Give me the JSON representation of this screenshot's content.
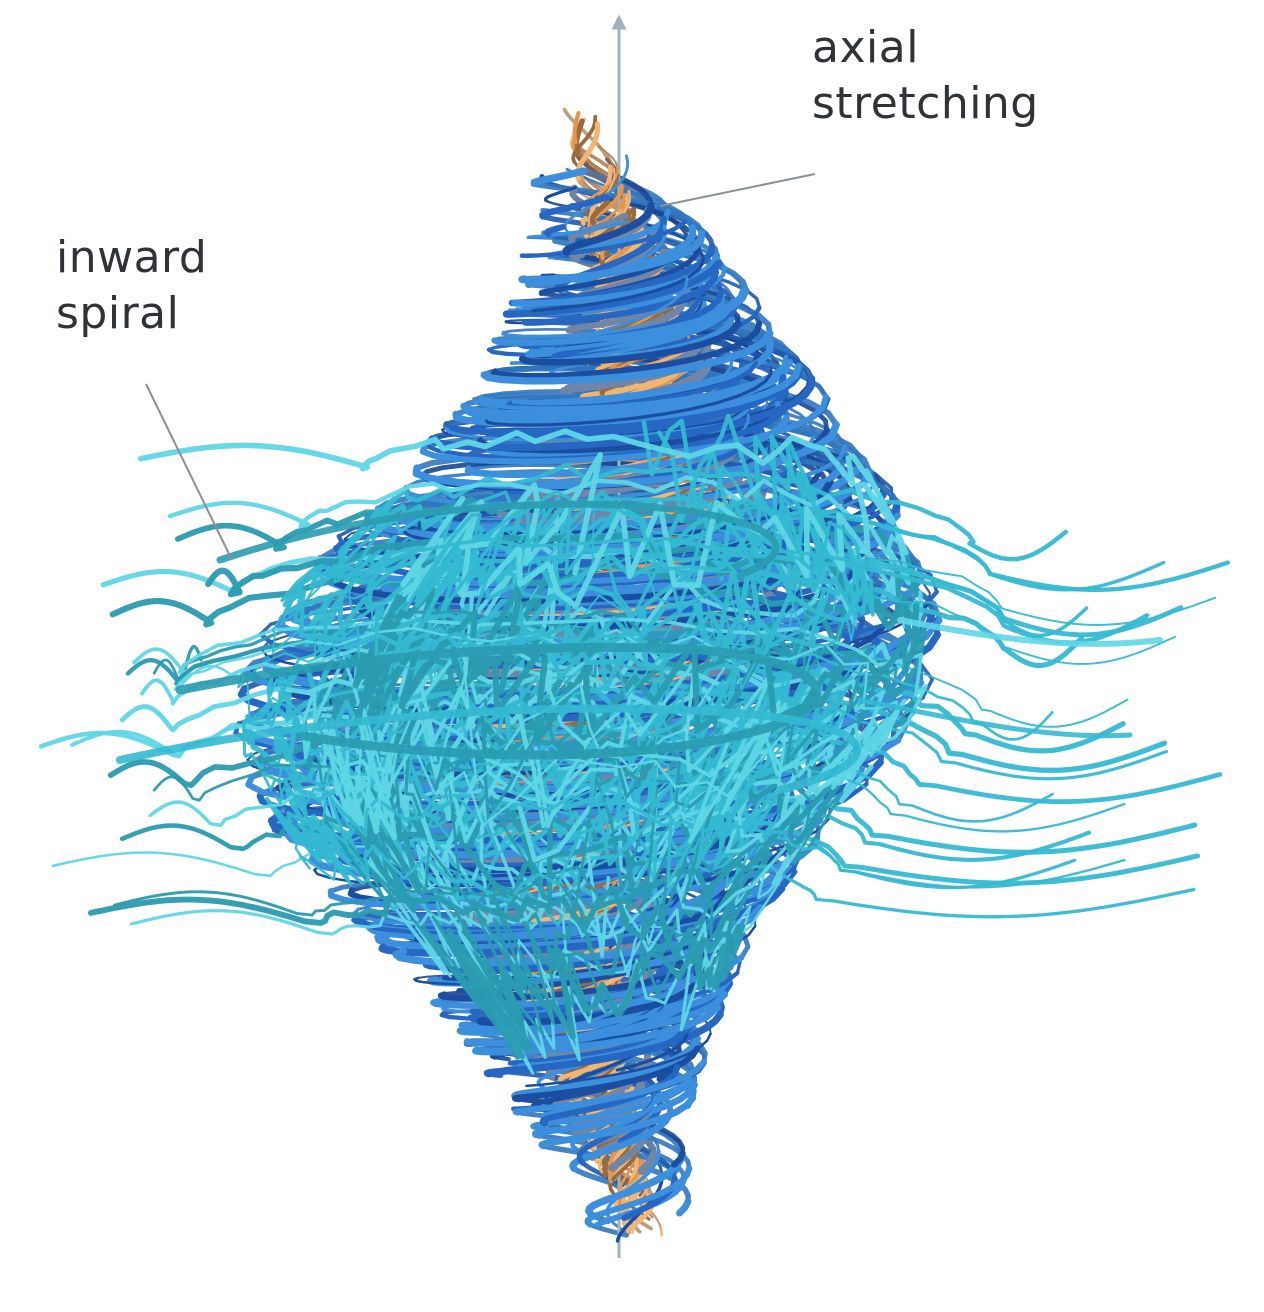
{
  "labels": {
    "axial": [
      "axial",
      "stretching"
    ],
    "inward": [
      "inward",
      "spiral"
    ]
  },
  "colors": {
    "background": "#ffffff",
    "text": "#2f3338",
    "leader_line": "#8a9098",
    "axis": "#9fb3bd",
    "cyan_light": "#5fd6e6",
    "cyan": "#34b9d2",
    "teal": "#2a9bb0",
    "blue_light": "#3b8fdc",
    "blue": "#2667c4",
    "blue_dark": "#1b4ea0",
    "slate": "#6f86a8",
    "orange_light": "#f2b672",
    "orange": "#e3964d",
    "brown": "#9a6a3f"
  }
}
